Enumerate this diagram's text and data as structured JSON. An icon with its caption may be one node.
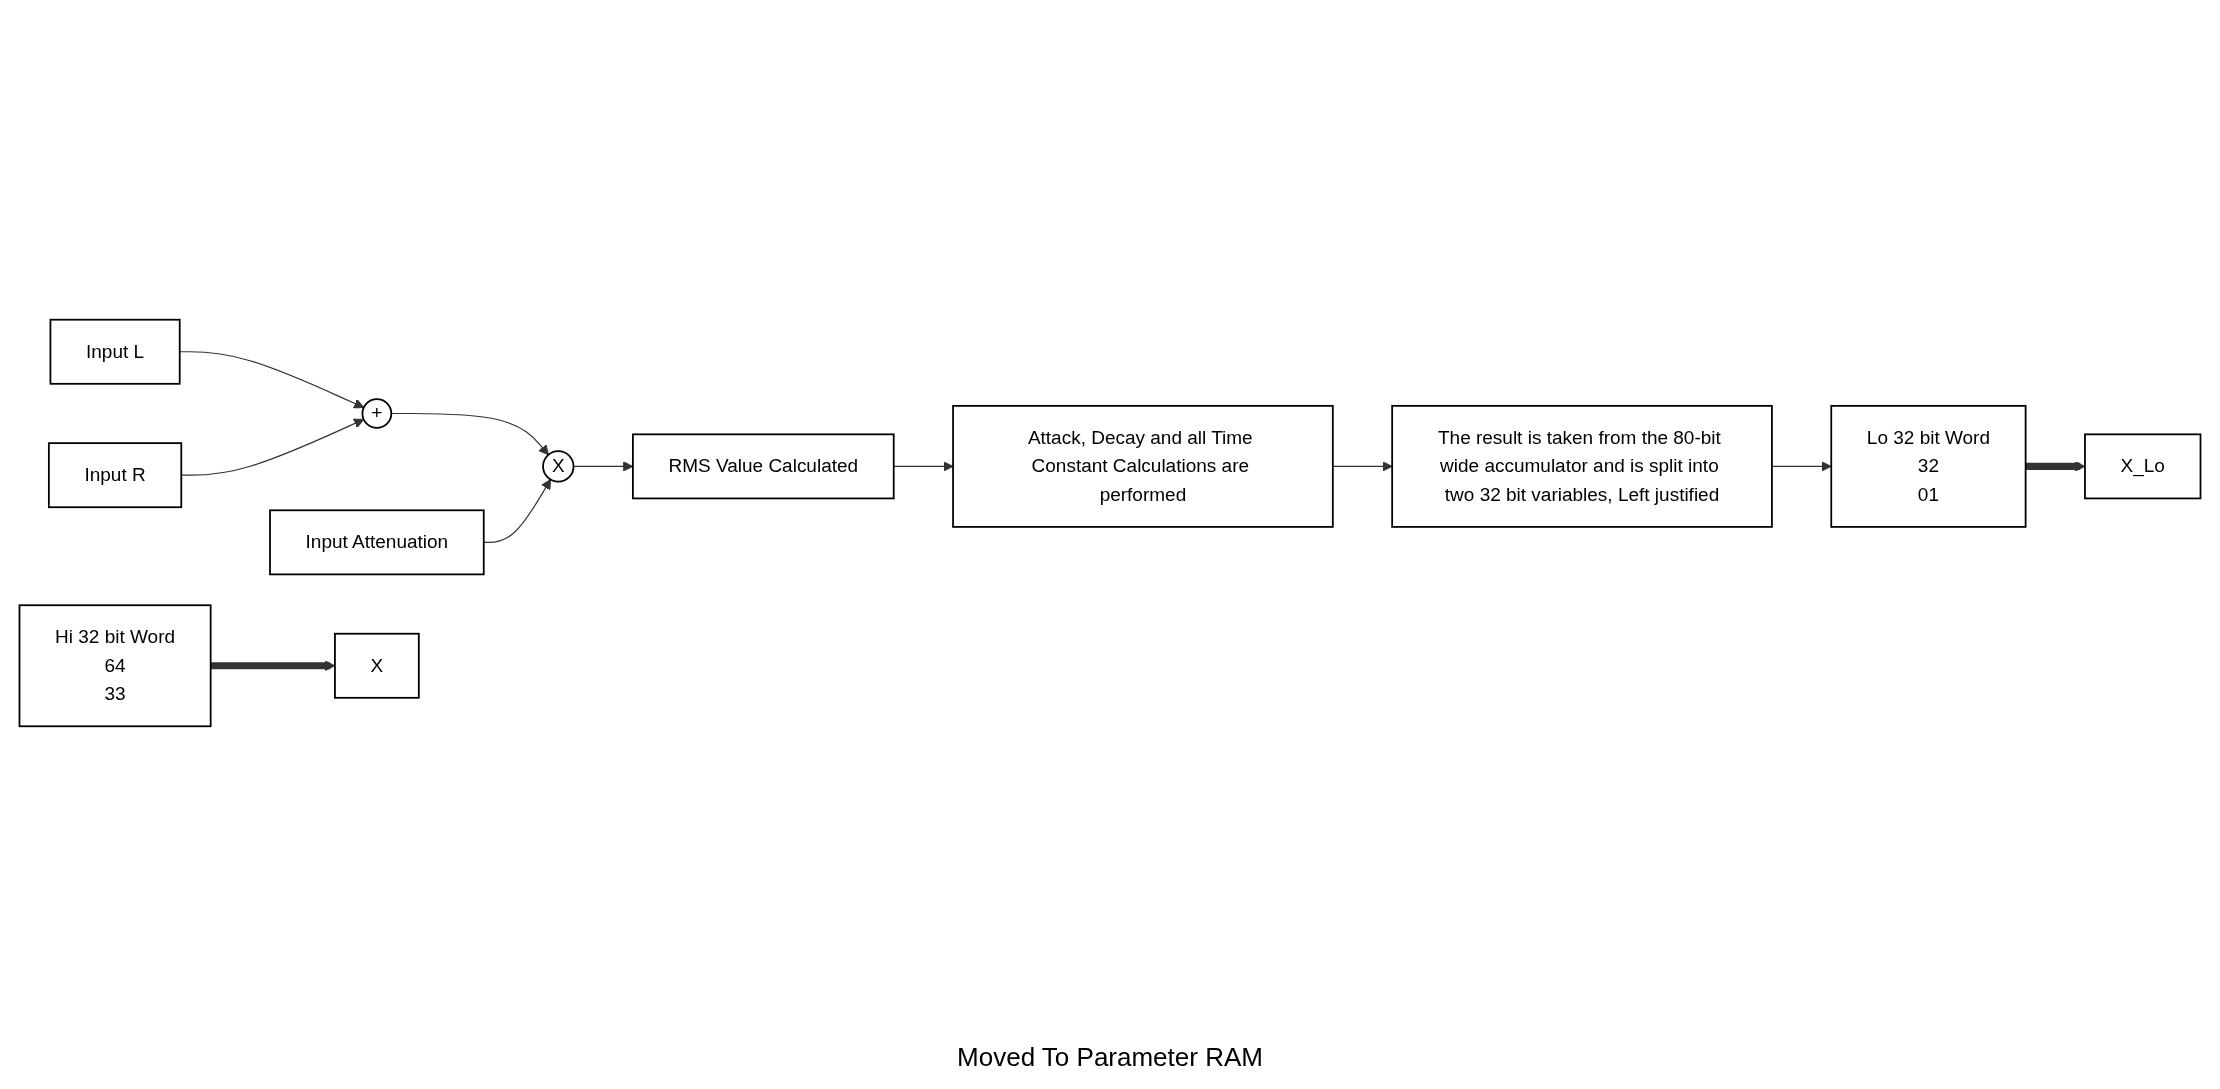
{
  "diagram": {
    "nodes": [
      {
        "text": [
          "Input L"
        ]
      },
      {
        "text": [
          "Input R"
        ]
      },
      {
        "text": [
          "+"
        ]
      },
      {
        "text": [
          "X"
        ]
      },
      {
        "text": [
          "RMS Value Calculated"
        ]
      },
      {
        "text": [
          "Attack, Decay and all Time Constant Calculations are performed"
        ]
      },
      {
        "text": [
          "The result is taken from the 80-bit wide accumulator and is split into two 32 bit variables, Left justified"
        ]
      },
      {
        "text": [
          "Input Attenuation"
        ]
      },
      {
        "text": [
          "Hi 32 bit Word",
          "64",
          "33"
        ]
      },
      {
        "text": [
          "Lo 32 bit Word",
          "32",
          "01"
        ]
      },
      {
        "text": [
          "X"
        ]
      },
      {
        "text": [
          "X_Lo"
        ]
      }
    ],
    "edges": [
      {
        "from": 0,
        "to": 2,
        "arrow": "to"
      },
      {
        "from": 1,
        "to": 2,
        "arrow": "to"
      },
      {
        "from": 2,
        "to": 3,
        "arrow": "to"
      },
      {
        "from": 7,
        "to": 3,
        "arrow": "to"
      },
      {
        "from": 3,
        "to": 4,
        "arrow": "to"
      },
      {
        "from": 4,
        "to": 5,
        "arrow": "to"
      },
      {
        "from": 5,
        "to": 6,
        "arrow": "to"
      },
      {
        "from": 6,
        "to": 9,
        "arrow": "to"
      },
      {
        "from": 8,
        "to": 10,
        "arrow": "to",
        "style": "thick"
      },
      {
        "from": 9,
        "to": 11,
        "arrow": "to",
        "style": "thick"
      }
    ],
    "labels": [
      "Moved To Parameter RAM"
    ]
  }
}
